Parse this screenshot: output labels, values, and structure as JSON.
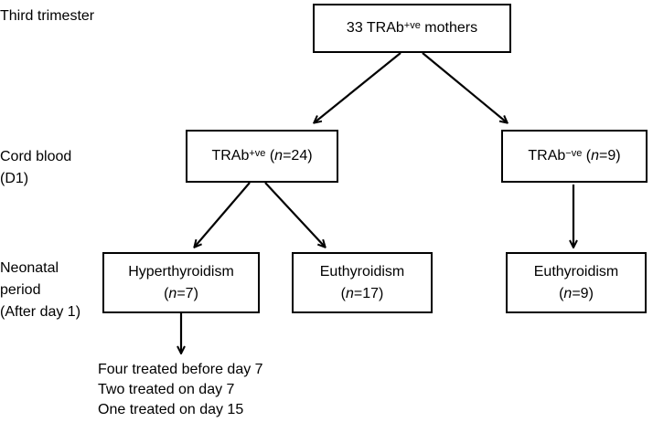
{
  "stages": {
    "third_trimester": "Third trimester",
    "cord_blood_line1": "Cord blood",
    "cord_blood_line2": "(D1)",
    "neonatal_line1": "Neonatal",
    "neonatal_line2": "period",
    "neonatal_line3": "(After day 1)"
  },
  "nodes": {
    "mothers": {
      "prefix": "33 TRAb",
      "sup": "+ve",
      "suffix": " mothers"
    },
    "trab_pos": {
      "prefix": "TRAb",
      "sup": "+ve",
      "n_open": " (",
      "n_var": "n",
      "n_val": "=24)"
    },
    "trab_neg": {
      "prefix": "TRAb",
      "sup": "−ve",
      "n_open": " (",
      "n_var": "n",
      "n_val": "=9)"
    },
    "hyper": {
      "title": "Hyperthyroidism",
      "n_open": "(",
      "n_var": "n",
      "n_val": "=7)"
    },
    "euthyroid_pos": {
      "title": "Euthyroidism",
      "n_open": "(",
      "n_var": "n",
      "n_val": "=17)"
    },
    "euthyroid_neg": {
      "title": "Euthyroidism",
      "n_open": "(",
      "n_var": "n",
      "n_val": "=9)"
    }
  },
  "outcomes": [
    "Four treated before day 7",
    "Two treated on day 7",
    "One treated on day 15"
  ]
}
